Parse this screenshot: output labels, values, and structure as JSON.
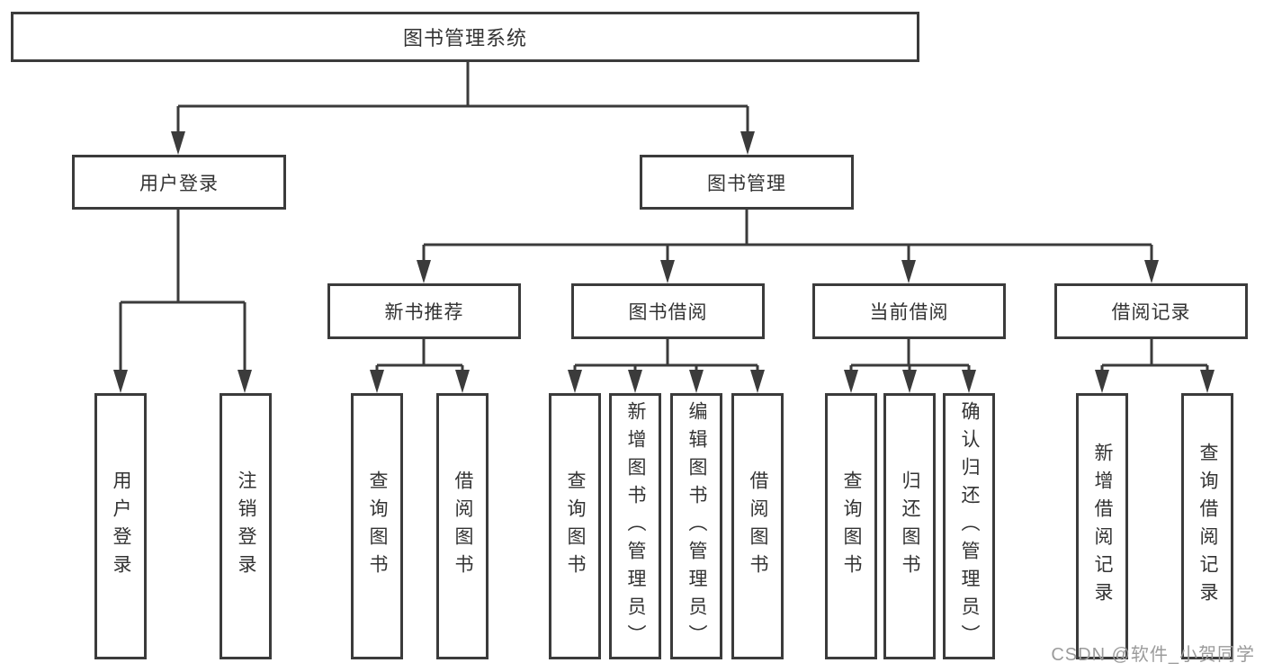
{
  "colors": {
    "background": "#ffffff",
    "line": "#3b3b3b",
    "box_border": "#3b3b3b",
    "box_fill": "#ffffff",
    "text": "#333333",
    "watermark": "#9b9b9b"
  },
  "root": {
    "label": "图书管理系统"
  },
  "level2": [
    {
      "label": "用户登录"
    },
    {
      "label": "图书管理"
    }
  ],
  "level3": [
    {
      "label": "新书推荐"
    },
    {
      "label": "图书借阅"
    },
    {
      "label": "当前借阅"
    },
    {
      "label": "借阅记录"
    }
  ],
  "leaves": {
    "user_login": [
      {
        "label": "用户登录"
      },
      {
        "label": "注销登录"
      }
    ],
    "new_book_recommendation": [
      {
        "label": "查询图书"
      },
      {
        "label": "借阅图书"
      }
    ],
    "book_borrowing": [
      {
        "label": "查询图书"
      },
      {
        "label": "新增图书（管理员）"
      },
      {
        "label": "编辑图书（管理员）"
      },
      {
        "label": "借阅图书"
      }
    ],
    "current_borrowing": [
      {
        "label": "查询图书"
      },
      {
        "label": "归还图书"
      },
      {
        "label": "确认归还（管理员）"
      }
    ],
    "borrowing_records": [
      {
        "label": "新增借阅记录"
      },
      {
        "label": "查询借阅记录"
      }
    ]
  },
  "watermark": {
    "label": "CSDN @软件_小贺同学"
  }
}
